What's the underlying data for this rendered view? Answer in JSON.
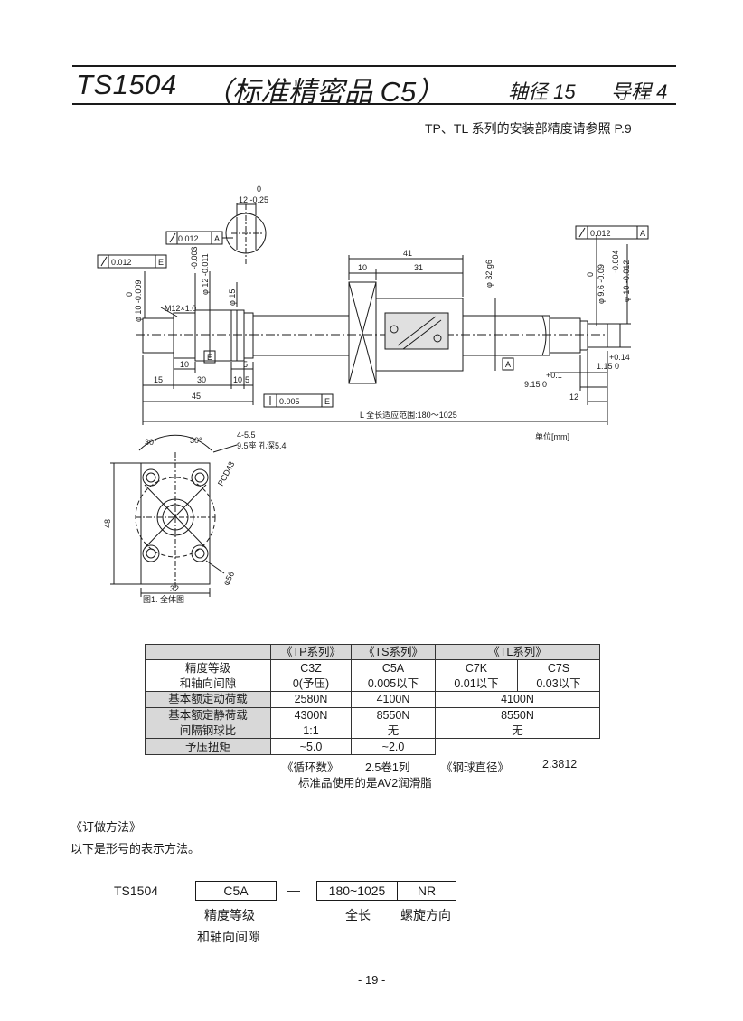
{
  "header": {
    "model": "TS1504",
    "grade": "（标准精密品 C5）",
    "shaft": "轴径 15",
    "lead": "导程 4",
    "note": "TP、TL 系列的安装部精度请参照 P.9"
  },
  "drawing": {
    "dim_key_top": "0",
    "dim_key": "12 -0.25",
    "gtol_left1_val": "0.012",
    "gtol_left1_ref": "A",
    "gtol_left2_val": "0.012",
    "gtol_left2_ref": "E",
    "dia_12_up": "-0.003",
    "dia_12": "φ 12 -0.011",
    "dia_10_up": "0",
    "dia_10": "φ 10 -0.009",
    "thread": "M12×1.0",
    "dia_15": "φ 15",
    "ref_e": "E",
    "dim_10a": "10",
    "dim_15": "15",
    "dim_30": "30",
    "dim_10b": "10",
    "dim_5a": "5",
    "dim_5b": "5",
    "dim_45": "45",
    "gtol_perp_val": "0.005",
    "gtol_perp_ref": "E",
    "dim_41": "41",
    "dim_10c": "10",
    "dim_31": "31",
    "dia_32": "φ 32 g6",
    "ref_a": "A",
    "gtol_right_val": "0.012",
    "gtol_right_ref": "A",
    "dia_96_up": "0",
    "dia_96": "φ 9.6 -0.09",
    "dia_10r_up": "-0.004",
    "dia_10r": "φ 10 -0.012",
    "dim_014": "+0.14",
    "dim_115": "1.15 0",
    "dim_01": "+0.1",
    "dim_915": "9.15 0",
    "dim_12": "12",
    "total_length": "L  全长适应范围:180～1025",
    "unit": "单位[mm]",
    "angle_left": "30°",
    "angle_right": "30°",
    "holes": "4-5.5",
    "counterbore": "9.5座  孔深5.4",
    "pcd": "PCD43",
    "height_48": "48",
    "width_32": "32",
    "dia_56": "φ56",
    "caption": "图1. 全体图"
  },
  "table": {
    "headers": [
      "《TP系列》",
      "《TS系列》",
      "《TL系列》"
    ],
    "row_grade_label1": "精度等级",
    "row_grade_label2": "和轴向间隙",
    "grades": [
      "C3Z",
      "C5A",
      "C7K",
      "C7S"
    ],
    "clearances": [
      "0(予压)",
      "0.005以下",
      "0.01以下",
      "0.03以下"
    ],
    "dynamic_label": "基本额定动荷载",
    "dynamic": [
      "2580N",
      "4100N",
      "4100N"
    ],
    "static_label": "基本额定静荷载",
    "static": [
      "4300N",
      "8550N",
      "8550N"
    ],
    "spacer_label": "间隔钢球比",
    "spacer": [
      "1:1",
      "无",
      "无"
    ],
    "torque_label": "予压扭矩",
    "torque": [
      "~5.0",
      "~2.0"
    ]
  },
  "notes": {
    "circuits_label": "《循环数》",
    "circuits": "2.5卷1列",
    "ball_label": "《钢球直径》",
    "ball": "2.3812",
    "grease": "标准品使用的是AV2润滑脂"
  },
  "order": {
    "title": "《订做方法》",
    "desc": "以下是形号的表示方法。",
    "model": "TS1504",
    "grade_box": "C5A",
    "dash": "—",
    "length_box": "180~1025",
    "nr_box": "NR",
    "grade_label1": "精度等级",
    "grade_label2": "和轴向间隙",
    "length_label": "全长",
    "nr_label": "螺旋方向"
  },
  "page_number": "- 19 -"
}
